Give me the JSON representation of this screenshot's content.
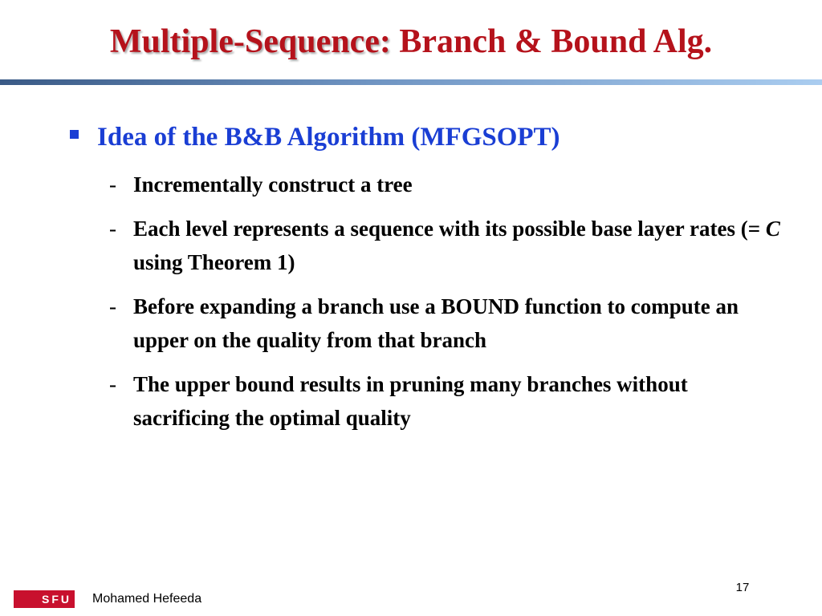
{
  "slide": {
    "title_part_1": "Multiple-Sequence:",
    "title_part_2": "Branch & Bound Alg.",
    "bullet": "Idea of the B&B Algorithm (MFGSOPT)",
    "sub_items": [
      {
        "dash": "-",
        "text": "Incrementally construct a tree"
      },
      {
        "dash": "-",
        "text_before": "Each level represents a sequence with its possible base layer rates (=",
        "variable": "C",
        "text_after": " using Theorem 1)"
      },
      {
        "dash": "-",
        "text": "Before expanding a branch use a BOUND function to compute an upper on the quality from that branch"
      },
      {
        "dash": "-",
        "text": "The upper bound results in pruning many branches without sacrificing the optimal quality"
      }
    ]
  },
  "footer": {
    "logo_text": "SFU",
    "author": "Mohamed Hefeeda",
    "page_number": "17"
  },
  "colors": {
    "title": "#b5121b",
    "bullet": "#1a3ed4",
    "body_text": "#000000",
    "logo": "#c8102e"
  }
}
